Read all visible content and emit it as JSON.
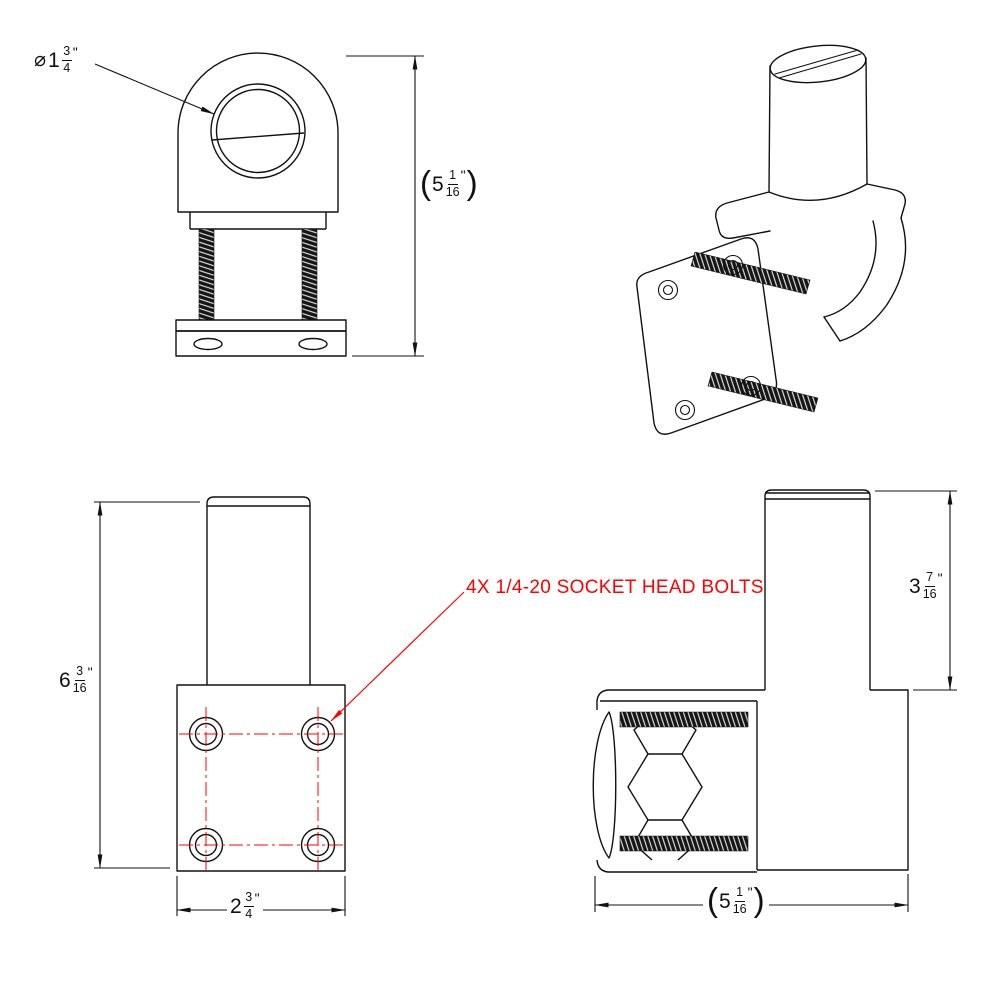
{
  "document": {
    "type": "technical-drawing",
    "background": "#ffffff"
  },
  "colors": {
    "line": "#111111",
    "annotation_red": "#ff0000"
  },
  "callout": {
    "bolts": "4X 1/4-20 SOCKET HEAD BOLTS"
  },
  "dims": {
    "hole_dia": {
      "symbol": "⌀",
      "whole": "1",
      "num": "3",
      "den": "4",
      "unit": "\""
    },
    "front_height": {
      "open": "(",
      "whole": "5",
      "num": "1",
      "den": "16",
      "unit": "\"",
      "close": ")"
    },
    "left_height": {
      "whole": "6",
      "num": "3",
      "den": "16",
      "unit": "\""
    },
    "left_width": {
      "whole": "2",
      "num": "3",
      "den": "4",
      "unit": "\""
    },
    "right_height": {
      "whole": "3",
      "num": "7",
      "den": "16",
      "unit": "\""
    },
    "right_width": {
      "open": "(",
      "whole": "5",
      "num": "1",
      "den": "16",
      "unit": "\"",
      "close": ")"
    }
  }
}
